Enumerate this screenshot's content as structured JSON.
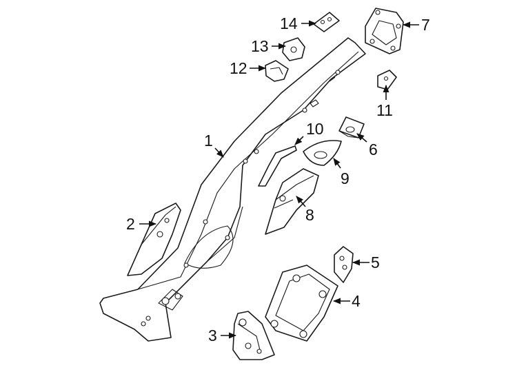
{
  "diagram": {
    "callouts": [
      {
        "id": "1",
        "label": "1"
      },
      {
        "id": "2",
        "label": "2"
      },
      {
        "id": "3",
        "label": "3"
      },
      {
        "id": "4",
        "label": "4"
      },
      {
        "id": "5",
        "label": "5"
      },
      {
        "id": "6",
        "label": "6"
      },
      {
        "id": "7",
        "label": "7"
      },
      {
        "id": "8",
        "label": "8"
      },
      {
        "id": "9",
        "label": "9"
      },
      {
        "id": "10",
        "label": "10"
      },
      {
        "id": "11",
        "label": "11"
      },
      {
        "id": "12",
        "label": "12"
      },
      {
        "id": "13",
        "label": "13"
      },
      {
        "id": "14",
        "label": "14"
      }
    ],
    "colors": {
      "line": "#1a1a1a",
      "fill": "#ffffff",
      "text": "#111111"
    }
  }
}
